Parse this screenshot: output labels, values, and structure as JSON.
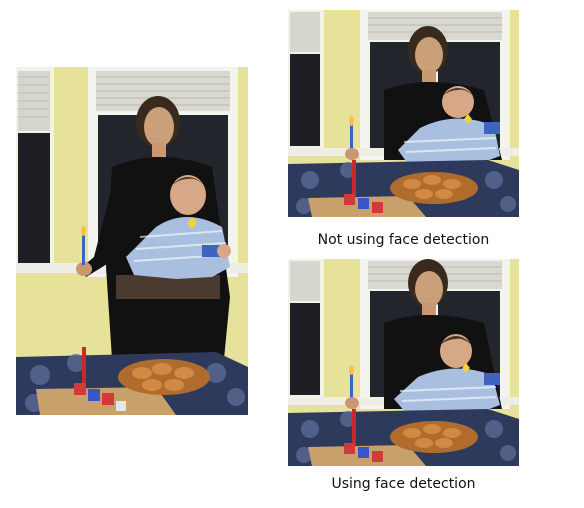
{
  "figure": {
    "original": {
      "label": "",
      "description_icon": "photo-original"
    },
    "without_face_detection": {
      "caption": "Not using face detection"
    },
    "with_face_detection": {
      "caption": "Using face detection"
    }
  },
  "colors": {
    "wall": "#e9e49a",
    "window_frame": "#f4f4ef",
    "blinds": "#d9d9d2",
    "window_dark": "#1d1f24",
    "shirt": "#111111",
    "skin": "#c99872",
    "hair": "#3a2a1e",
    "baby_outfit": "#9fb6d8",
    "tablecloth": "#2d3a5c",
    "pastry": "#c07a36",
    "candle_flame": "#f7c23c"
  }
}
